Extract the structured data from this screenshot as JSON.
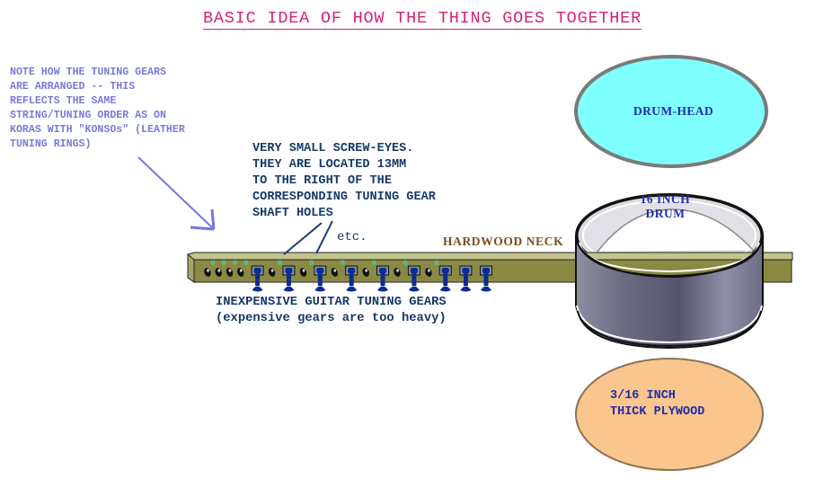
{
  "title": "BASIC IDEA OF HOW THE THING GOES TOGETHER",
  "note": {
    "lines": [
      "NOTE HOW THE TUNING GEARS",
      "ARE ARRANGED -- THIS",
      "REFLECTS THE SAME",
      "STRING/TUNING ORDER AS ON",
      "KORAS WITH \"KONSOs\" (LEATHER",
      "TUNING RINGS)"
    ]
  },
  "screw_eyes_note": {
    "lines": [
      "VERY SMALL SCREW-EYES.",
      "THEY ARE LOCATED 13MM",
      "TO THE RIGHT OF THE",
      "CORRESPONDING TUNING GEAR",
      "SHAFT HOLES"
    ]
  },
  "etc_label": "etc.",
  "neck_label": "HARDWOOD NECK",
  "gears_label": {
    "lines": [
      "INEXPENSIVE GUITAR TUNING GEARS",
      "(expensive gears are too heavy)"
    ]
  },
  "drum_head": {
    "label": "DRUM-HEAD",
    "fill": "#80ffff",
    "stroke": "#7a7a7a"
  },
  "drum": {
    "lines": [
      "16 INCH",
      "DRUM"
    ],
    "body_color": "#6f6f86"
  },
  "plywood": {
    "lines": [
      "3/16 INCH",
      "THICK PLYWOOD"
    ],
    "fill": "#fbc58e",
    "stroke": "#8a7456"
  },
  "neck": {
    "color": "#8a8a45",
    "top_color": "#c3c38c",
    "sequence": [
      "peg",
      "peg",
      "peg",
      "peg",
      "gear",
      "peg",
      "gear",
      "peg",
      "gear",
      "peg",
      "gear",
      "peg",
      "gear",
      "peg",
      "gear",
      "peg",
      "gear",
      "gear",
      "gear"
    ],
    "screw_eye_color": "#3ee0b0",
    "gear_color": "#0d2c8c"
  },
  "colors": {
    "title": "#d4227a",
    "note": "#7a7ad6",
    "arrow": "#7777dd",
    "dark_text": "#173a66",
    "neck_text": "#7a4b1e"
  }
}
